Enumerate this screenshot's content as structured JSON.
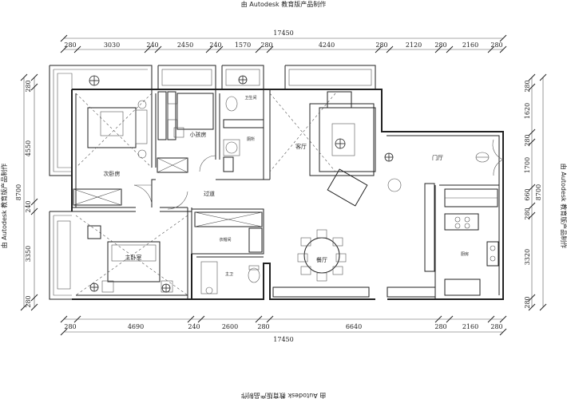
{
  "watermark": {
    "top": "由 Autodesk 教育版产品制作",
    "bottom": "由 Autodesk 教育版产品制作",
    "left": "由 Autodesk 教育版产品制作",
    "right": "由 Autodesk 教育版产品制作"
  },
  "dims_top": {
    "total": "17450",
    "segments": [
      "280",
      "3030",
      "240",
      "2450",
      "240",
      "1570",
      "280",
      "4240",
      "280",
      "2120",
      "280",
      "2160",
      "280"
    ]
  },
  "dims_bottom": {
    "total": "17450",
    "segments": [
      "280",
      "4690",
      "240",
      "2600",
      "280",
      "6640",
      "280",
      "2160",
      "280"
    ]
  },
  "dims_left": {
    "total": "8700",
    "segments": [
      "280",
      "4550",
      "240",
      "3350",
      "280"
    ]
  },
  "dims_right": {
    "total": "8700",
    "segments": [
      "280",
      "1620",
      "280",
      "1700",
      "660",
      "280",
      "3320",
      "280"
    ]
  },
  "rooms": {
    "second_bedroom": "次卧房",
    "kids_room": "小孩房",
    "toilet_a": "卫生间",
    "toilet_b": "厕所",
    "living": "客厅",
    "foyer": "门厅",
    "corridor": "过道",
    "cloakroom": "衣帽间",
    "master_bedroom": "主卧室",
    "master_bath": "主卫",
    "dining": "餐厅",
    "kitchen": "厨房"
  }
}
